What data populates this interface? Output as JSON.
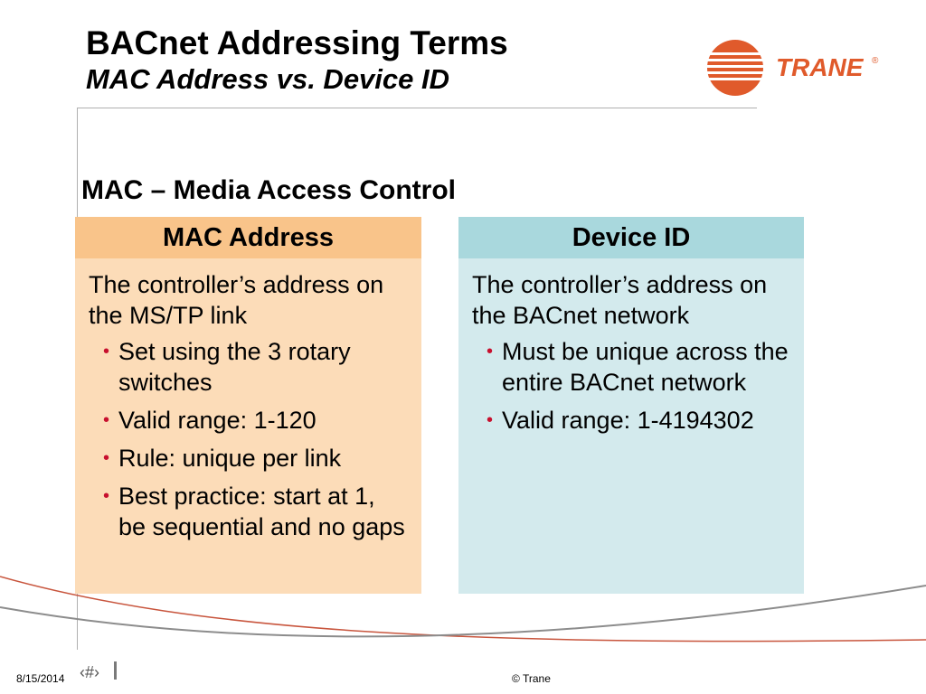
{
  "slide": {
    "title": "BACnet Addressing Terms",
    "subtitle": "MAC Address vs. Device ID",
    "section_heading": "MAC – Media Access Control"
  },
  "logo": {
    "text": "TRANE",
    "mark": "®",
    "icon": "trane-circle-logo-icon",
    "color": "#e05a2b"
  },
  "panels": {
    "mac": {
      "header": "MAC Address",
      "lead": "The controller’s address on the MS/TP link",
      "bullets": [
        "Set using the 3 rotary switches",
        "Valid range: 1-120",
        "Rule: unique per link",
        "Best practice: start at 1, be sequential and no gaps"
      ],
      "header_color": "#f9c48a",
      "body_color": "#fcdcb8"
    },
    "device": {
      "header": "Device ID",
      "lead": "The controller’s address on the BACnet network",
      "bullets": [
        "Must be unique across the entire BACnet network",
        "Valid range: 1-4194302"
      ],
      "header_color": "#a9d8dd",
      "body_color": "#d3eaed"
    }
  },
  "bullet_glyph": "•",
  "bullet_color": "#c8102e",
  "footer": {
    "date": "8/15/2014",
    "page": "‹#›",
    "copyright": "© Trane"
  }
}
